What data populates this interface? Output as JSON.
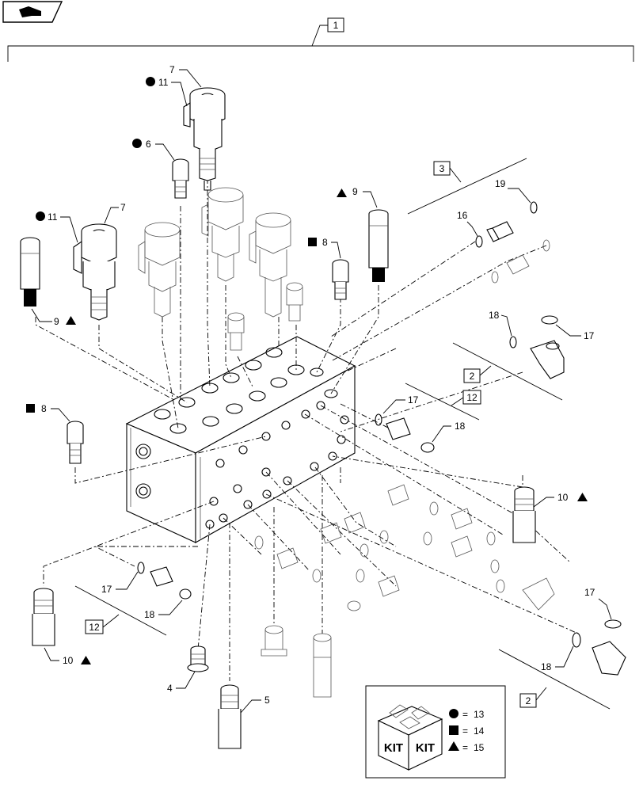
{
  "callouts": {
    "c1": "1",
    "c2a": "2",
    "c2b": "2",
    "c3": "3",
    "c12a": "12",
    "c12b": "12",
    "p4": "4",
    "p5": "5",
    "p6": "6",
    "p7a": "7",
    "p7b": "7",
    "p8a": "8",
    "p8b": "8",
    "p9a": "9",
    "p9b": "9",
    "p10a": "10",
    "p10b": "10",
    "p11a": "11",
    "p11b": "11",
    "p16": "16",
    "p17a": "17",
    "p17b": "17",
    "p17c": "17",
    "p17d": "17",
    "p18a": "18",
    "p18b": "18",
    "p18c": "18",
    "p18d": "18",
    "p19": "19"
  },
  "kit": {
    "label_left": "KIT",
    "label_right": "KIT",
    "legend": [
      {
        "symbol": "circle",
        "eq": "=",
        "value": "13"
      },
      {
        "symbol": "square",
        "eq": "=",
        "value": "14"
      },
      {
        "symbol": "triangle",
        "eq": "=",
        "value": "15"
      }
    ]
  },
  "colors": {
    "line": "#000000",
    "background": "#ffffff"
  },
  "icons": {
    "corner": "arrow-tab-icon"
  }
}
